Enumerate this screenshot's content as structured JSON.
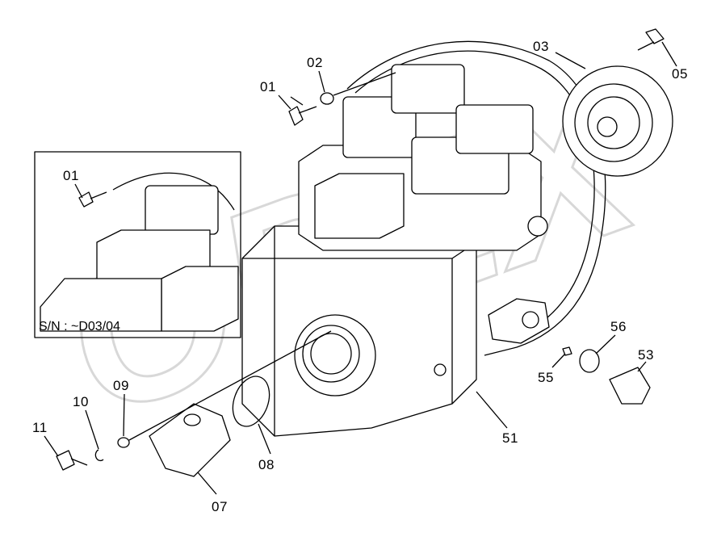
{
  "watermark": "OPEX",
  "inset": {
    "serial_note": "S/N : ~D03/04",
    "label": "01"
  },
  "labels": {
    "p01": "01",
    "p02": "02",
    "p03": "03",
    "p05": "05",
    "p07": "07",
    "p08": "08",
    "p09": "09",
    "p10": "10",
    "p11": "11",
    "p51": "51",
    "p53": "53",
    "p55": "55",
    "p56": "56"
  }
}
